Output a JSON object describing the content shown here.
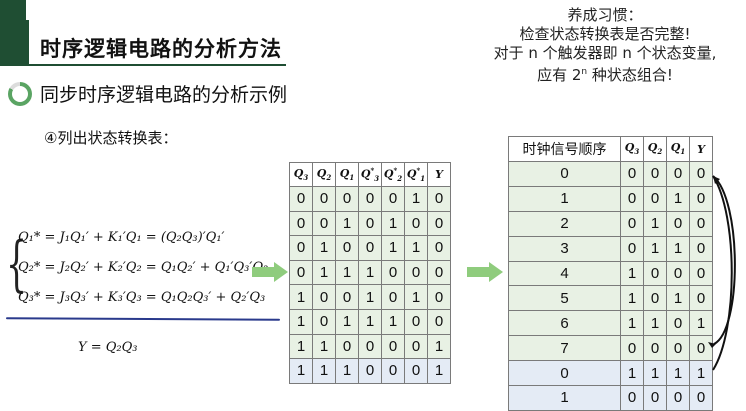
{
  "title": "时序逻辑电路的分析方法",
  "habit": {
    "line1": "养成习惯：",
    "line2": "检查状态转换表是否完整!",
    "line3": "对于 n 个触发器即 n 个状态变量,",
    "line4_pre": "应有 2",
    "line4_sup": "n",
    "line4_post": " 种状态组合!"
  },
  "subtitle": "同步时序逻辑电路的分析示例",
  "step": "④列出状态转换表：",
  "equations": {
    "eq1": "Q₁* = J₁Q₁′ + K₁′Q₁ = (Q₂Q₃)′Q₁′",
    "eq2": "Q₂* = J₂Q₂′ + K₂′Q₂ = Q₁Q₂′ + Q₁′Q₃′Q₂",
    "eq3": "Q₃* = J₃Q₃′ + K₃′Q₃ = Q₁Q₂Q₃′ + Q₂′Q₃",
    "output": "Y = Q₂Q₃"
  },
  "table1": {
    "headers": [
      "Q3",
      "Q2",
      "Q1",
      "Q3*",
      "Q2*",
      "Q1*",
      "Y"
    ],
    "rows": [
      [
        "0",
        "0",
        "0",
        "0",
        "0",
        "1",
        "0"
      ],
      [
        "0",
        "0",
        "1",
        "0",
        "1",
        "0",
        "0"
      ],
      [
        "0",
        "1",
        "0",
        "0",
        "1",
        "1",
        "0"
      ],
      [
        "0",
        "1",
        "1",
        "1",
        "0",
        "0",
        "0"
      ],
      [
        "1",
        "0",
        "0",
        "1",
        "0",
        "1",
        "0"
      ],
      [
        "1",
        "0",
        "1",
        "1",
        "1",
        "0",
        "0"
      ],
      [
        "1",
        "1",
        "0",
        "0",
        "0",
        "0",
        "1"
      ],
      [
        "1",
        "1",
        "1",
        "0",
        "0",
        "0",
        "1"
      ]
    ]
  },
  "table2": {
    "header_first": "时钟信号顺序",
    "headers": [
      "Q3",
      "Q2",
      "Q1",
      "Y"
    ],
    "rows": [
      [
        "0",
        "0",
        "0",
        "0",
        "0"
      ],
      [
        "1",
        "0",
        "0",
        "1",
        "0"
      ],
      [
        "2",
        "0",
        "1",
        "0",
        "0"
      ],
      [
        "3",
        "0",
        "1",
        "1",
        "0"
      ],
      [
        "4",
        "1",
        "0",
        "0",
        "0"
      ],
      [
        "5",
        "1",
        "0",
        "1",
        "0"
      ],
      [
        "6",
        "1",
        "1",
        "0",
        "1"
      ],
      [
        "7",
        "0",
        "0",
        "0",
        "0"
      ],
      [
        "0",
        "1",
        "1",
        "1",
        "1"
      ],
      [
        "1",
        "0",
        "0",
        "0",
        "0"
      ]
    ]
  },
  "colors": {
    "accent": "#1f4e33",
    "row_green": "#e8f1e4",
    "row_blue": "#e4ebf5",
    "arrow": "#8fcc7d"
  }
}
